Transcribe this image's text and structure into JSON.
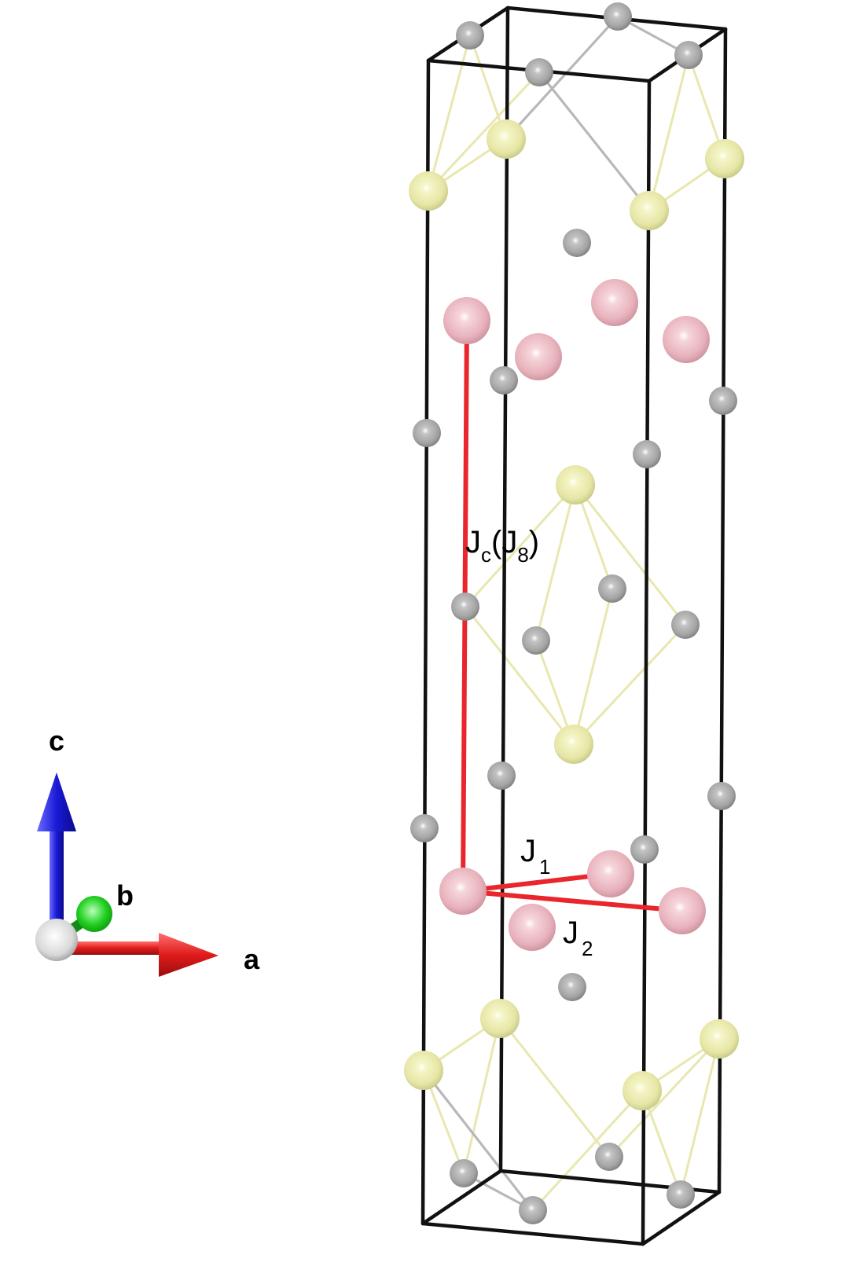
{
  "labels": {
    "jc": {
      "main": "J",
      "sub": "c",
      "open": "(",
      "inner": "J",
      "inner_sub": "8",
      "close": ")"
    },
    "j1": {
      "main": "J",
      "sub": "1"
    },
    "j2": {
      "main": "J",
      "sub": "2"
    }
  },
  "axes": {
    "a": "a",
    "b": "b",
    "c": "c"
  },
  "colors": {
    "exchange_path": "#e8262b",
    "magnetic_atom": "#f2c4cc",
    "sulfur_atom": "#f0f0b4",
    "small_atom": "#a9a9a9",
    "cell_edge": "#111111",
    "axis_a": "#e01b1b",
    "axis_b": "#1fc81f",
    "axis_c": "#1a1ad6"
  }
}
